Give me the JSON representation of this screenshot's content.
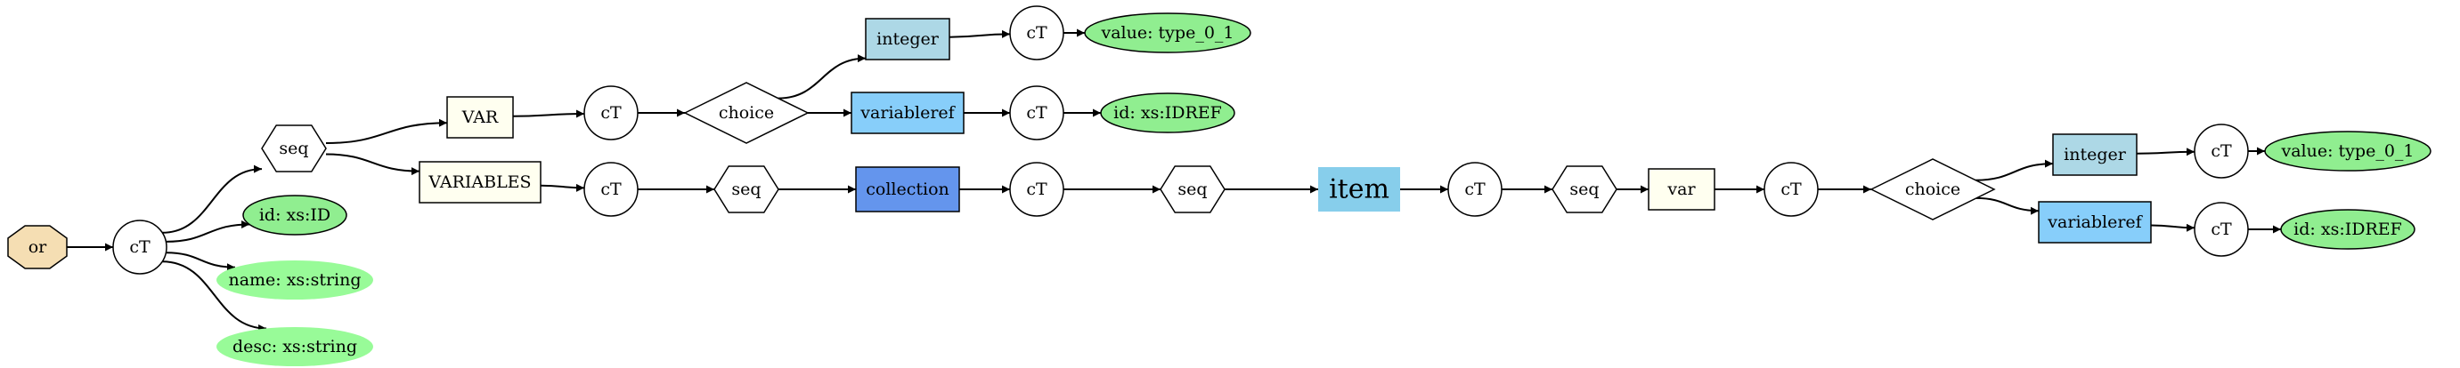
{
  "diagram": {
    "colors": {
      "octagon": "#f5deb3",
      "attr_required": "#90ee90",
      "attr_optional": "#98fb98",
      "leaf_element": "#add8e6",
      "ref_element": "#87cefa",
      "collection_element": "#6495ed",
      "item_element": "#87ceeb",
      "plain_element": "#fffff0",
      "node": "#ffffff"
    },
    "nodes": [
      {
        "id": "or",
        "label": "or",
        "shape": "octagon",
        "fill": "octagon"
      },
      {
        "id": "ct1",
        "label": "cT",
        "shape": "circle"
      },
      {
        "id": "seq1",
        "label": "seq",
        "shape": "hexagon"
      },
      {
        "id": "id_attr",
        "label": "id: xs:ID",
        "shape": "ellipse",
        "fill": "attr_required"
      },
      {
        "id": "name_attr",
        "label": "name: xs:string",
        "shape": "ellipse",
        "fill": "attr_optional",
        "borderless": true
      },
      {
        "id": "desc_attr",
        "label": "desc: xs:string",
        "shape": "ellipse",
        "fill": "attr_optional",
        "borderless": true
      },
      {
        "id": "VAR",
        "label": "VAR",
        "shape": "box",
        "fill": "plain_element"
      },
      {
        "id": "VARIABLES",
        "label": "VARIABLES",
        "shape": "box",
        "fill": "plain_element"
      },
      {
        "id": "ct2",
        "label": "cT",
        "shape": "circle"
      },
      {
        "id": "ct3",
        "label": "cT",
        "shape": "circle"
      },
      {
        "id": "choice1",
        "label": "choice",
        "shape": "diamond"
      },
      {
        "id": "integer1",
        "label": "integer",
        "shape": "box",
        "fill": "leaf_element"
      },
      {
        "id": "varref1",
        "label": "variableref",
        "shape": "box",
        "fill": "ref_element"
      },
      {
        "id": "ct4",
        "label": "cT",
        "shape": "circle"
      },
      {
        "id": "ct5",
        "label": "cT",
        "shape": "circle"
      },
      {
        "id": "val1",
        "label": "value: type_0_1",
        "shape": "ellipse",
        "fill": "attr_required"
      },
      {
        "id": "idref1",
        "label": "id: xs:IDREF",
        "shape": "ellipse",
        "fill": "attr_required"
      },
      {
        "id": "seq2",
        "label": "seq",
        "shape": "hexagon"
      },
      {
        "id": "collection",
        "label": "collection",
        "shape": "box",
        "fill": "collection_element"
      },
      {
        "id": "ct6",
        "label": "cT",
        "shape": "circle"
      },
      {
        "id": "seq3",
        "label": "seq",
        "shape": "hexagon"
      },
      {
        "id": "item",
        "label": "item",
        "shape": "box",
        "fill": "item_element",
        "large": true,
        "borderless": true
      },
      {
        "id": "ct7",
        "label": "cT",
        "shape": "circle"
      },
      {
        "id": "seq4",
        "label": "seq",
        "shape": "hexagon"
      },
      {
        "id": "var",
        "label": "var",
        "shape": "box",
        "fill": "plain_element"
      },
      {
        "id": "ct8",
        "label": "cT",
        "shape": "circle"
      },
      {
        "id": "choice2",
        "label": "choice",
        "shape": "diamond"
      },
      {
        "id": "integer2",
        "label": "integer",
        "shape": "box",
        "fill": "leaf_element"
      },
      {
        "id": "varref2",
        "label": "variableref",
        "shape": "box",
        "fill": "ref_element"
      },
      {
        "id": "ct9",
        "label": "cT",
        "shape": "circle"
      },
      {
        "id": "ct10",
        "label": "cT",
        "shape": "circle"
      },
      {
        "id": "val2",
        "label": "value: type_0_1",
        "shape": "ellipse",
        "fill": "attr_required"
      },
      {
        "id": "idref2",
        "label": "id: xs:IDREF",
        "shape": "ellipse",
        "fill": "attr_required"
      }
    ],
    "edges": [
      [
        "or",
        "ct1"
      ],
      [
        "ct1",
        "seq1"
      ],
      [
        "ct1",
        "id_attr"
      ],
      [
        "ct1",
        "name_attr"
      ],
      [
        "ct1",
        "desc_attr"
      ],
      [
        "seq1",
        "VAR"
      ],
      [
        "seq1",
        "VARIABLES"
      ],
      [
        "VAR",
        "ct2"
      ],
      [
        "ct2",
        "choice1"
      ],
      [
        "choice1",
        "integer1"
      ],
      [
        "choice1",
        "varref1"
      ],
      [
        "integer1",
        "ct4"
      ],
      [
        "ct4",
        "val1"
      ],
      [
        "varref1",
        "ct5"
      ],
      [
        "ct5",
        "idref1"
      ],
      [
        "VARIABLES",
        "ct3"
      ],
      [
        "ct3",
        "seq2"
      ],
      [
        "seq2",
        "collection"
      ],
      [
        "collection",
        "ct6"
      ],
      [
        "ct6",
        "seq3"
      ],
      [
        "seq3",
        "item"
      ],
      [
        "item",
        "ct7"
      ],
      [
        "ct7",
        "seq4"
      ],
      [
        "seq4",
        "var"
      ],
      [
        "var",
        "ct8"
      ],
      [
        "ct8",
        "choice2"
      ],
      [
        "choice2",
        "integer2"
      ],
      [
        "choice2",
        "varref2"
      ],
      [
        "integer2",
        "ct9"
      ],
      [
        "ct9",
        "val2"
      ],
      [
        "varref2",
        "ct10"
      ],
      [
        "ct10",
        "idref2"
      ]
    ]
  }
}
